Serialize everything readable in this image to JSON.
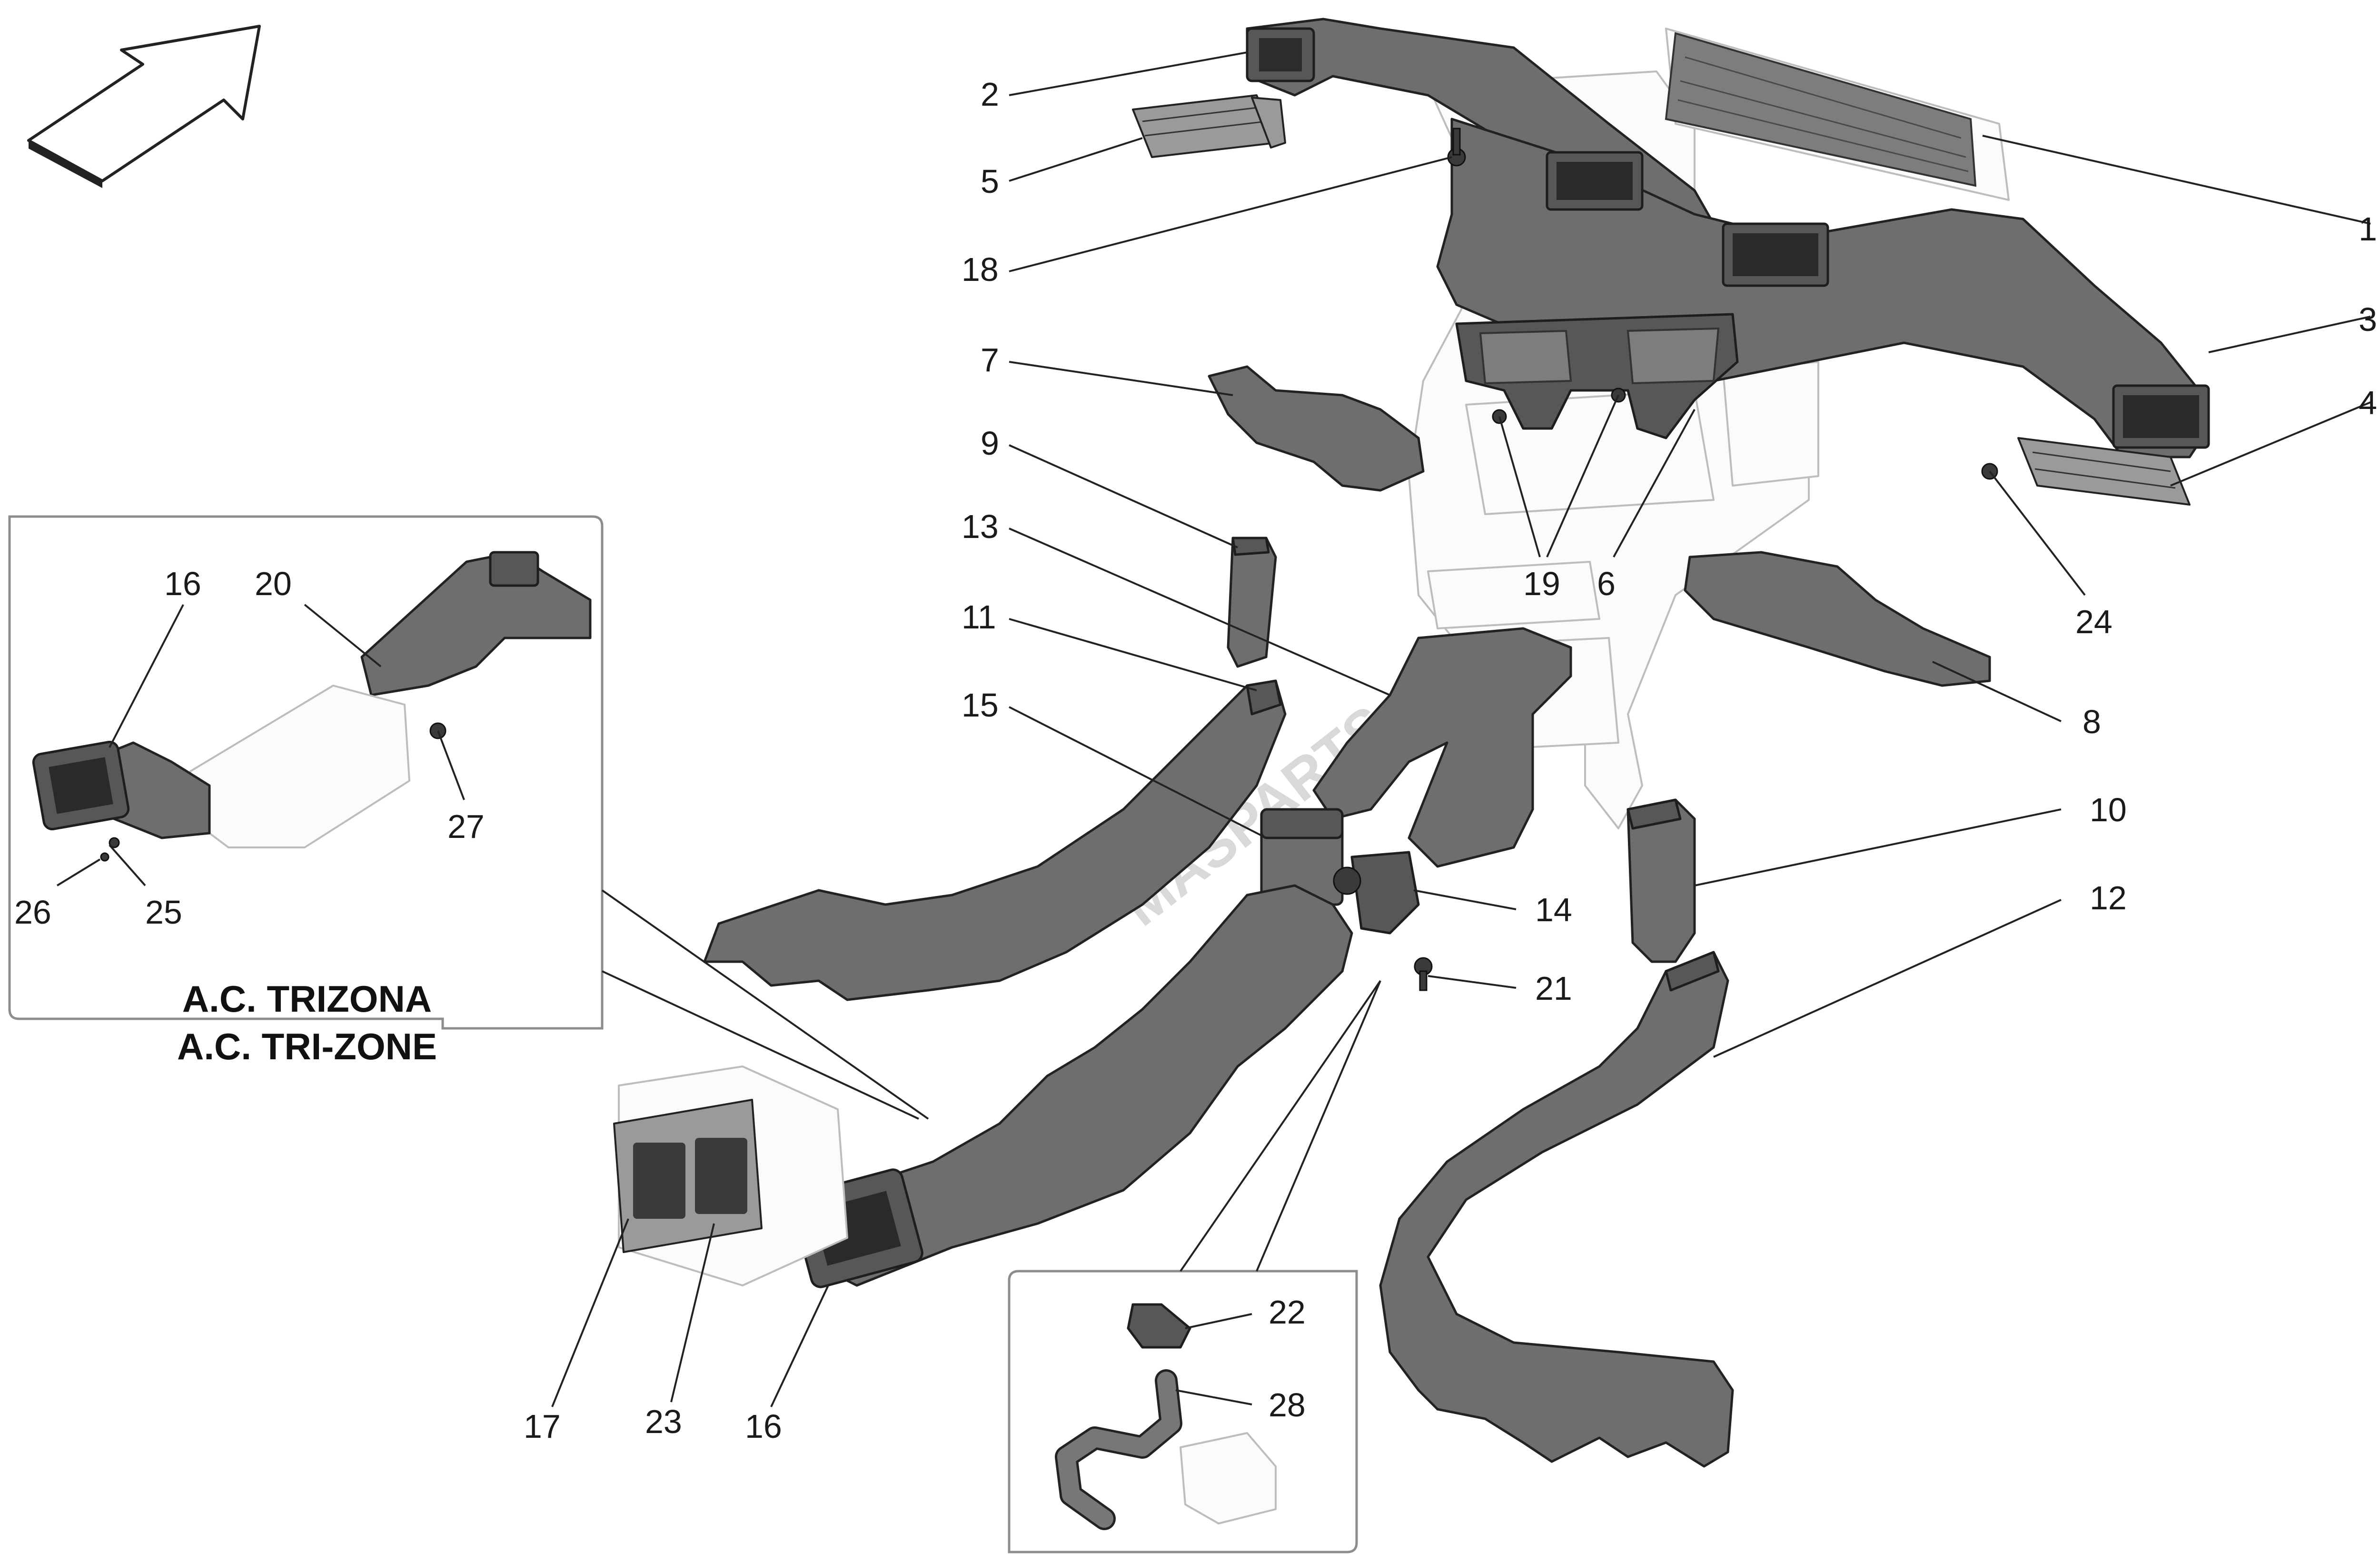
{
  "labels": {
    "1": "1",
    "2": "2",
    "3": "3",
    "4": "4",
    "5": "5",
    "6": "6",
    "7": "7",
    "8": "8",
    "9": "9",
    "10": "10",
    "11": "11",
    "12": "12",
    "13": "13",
    "14": "14",
    "15": "15",
    "16": "16",
    "17": "17",
    "18": "18",
    "19": "19",
    "20": "20",
    "21": "21",
    "22": "22",
    "23": "23",
    "24": "24",
    "25": "25",
    "26": "26",
    "27": "27",
    "28": "28"
  },
  "inset": {
    "caption_line1": "A.C. TRIZONA",
    "caption_line2": "A.C. TRI-ZONE"
  },
  "watermark": "MASPARTS"
}
